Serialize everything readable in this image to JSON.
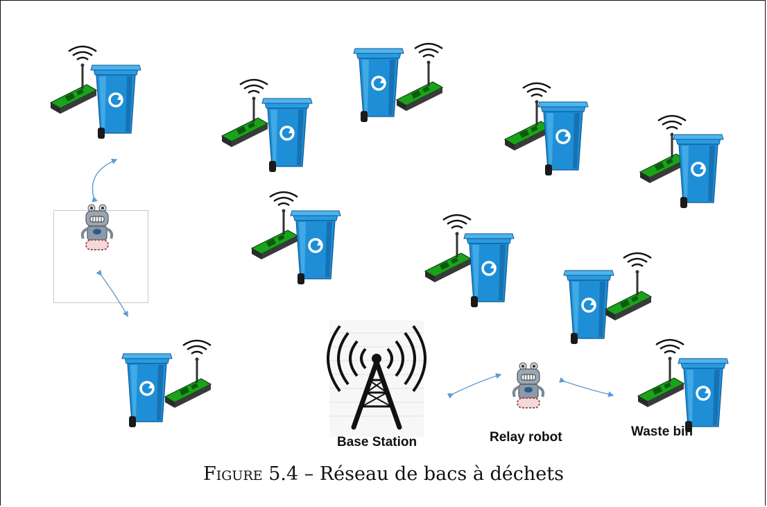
{
  "labels": {
    "base_station": "Base Station",
    "relay_robot": "Relay robot",
    "waste_bin": "Waste bin"
  },
  "caption": {
    "figure": "Figure 5.4",
    "separator": "–",
    "text": "Réseau de bacs à déchets"
  },
  "colors": {
    "bin_blue": "#1e8fd6",
    "bin_dark": "#135f9c",
    "sensor_green": "#1aa31a",
    "sensor_base": "#333333",
    "link_arrow": "#5b9bd5",
    "tower": "#111111"
  },
  "icons": [
    "waste-bin-icon",
    "sensor-node-icon",
    "wifi-signal-icon",
    "relay-robot-icon",
    "base-station-tower-icon"
  ]
}
